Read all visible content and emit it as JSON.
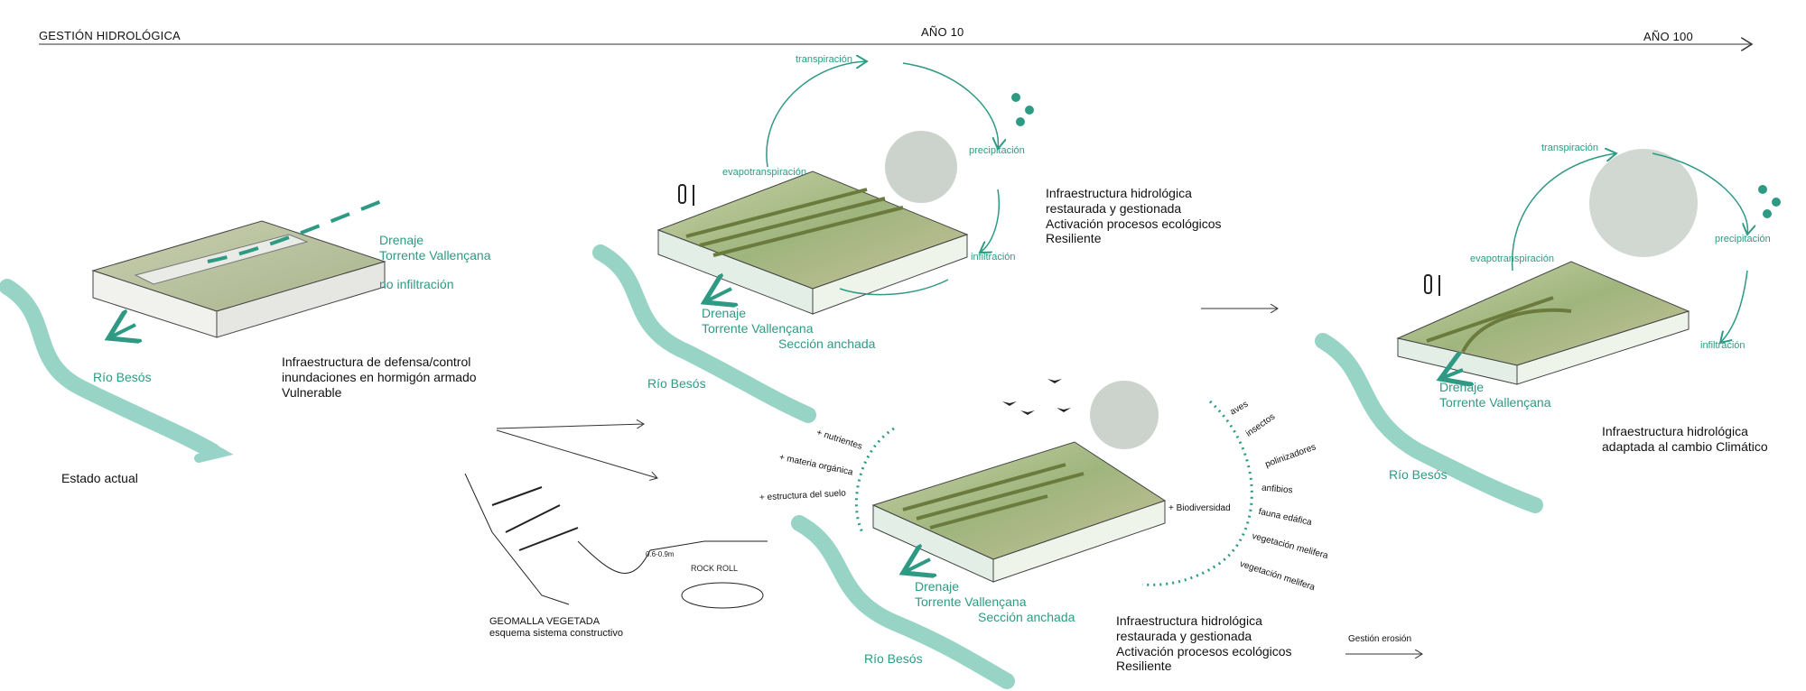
{
  "header": {
    "title": "GESTIÓN  HIDROLÓGICA",
    "timeline": [
      "AÑO 10",
      "AÑO 100"
    ]
  },
  "colors": {
    "teal": "#2e9a84",
    "river": "#8ccfc0",
    "block_top": "#b9c79a",
    "accent_purple": "#b79ad8"
  },
  "stage_current": {
    "drainage": [
      "Drenaje",
      "Torrente Vallençana"
    ],
    "no_infiltration": "no infiltración",
    "river": "Río Besós",
    "description": [
      "Infraestructura de defensa/control",
      "inundaciones en hormigón armado",
      "Vulnerable"
    ],
    "caption": "Estado actual"
  },
  "stage_year10": {
    "cycle": {
      "transpiration": "transpiración",
      "precipitation": "precipitación",
      "evapotranspiration": "evapotranspiración",
      "infiltration": "infiltración"
    },
    "drainage": [
      "Drenaje",
      "Torrente Vallençana",
      "Sección anchada"
    ],
    "river": "Río Besós",
    "description": [
      "Infraestructura hidrológica",
      "restaurada y gestionada",
      "Activación procesos ecológicos",
      "Resiliente"
    ]
  },
  "sketch": {
    "title": "GEOMALLA VEGETADA",
    "subtitle": "esquema sistema constructivo",
    "annotations": [
      "0.6-0.9m",
      "ROCK ROLL"
    ]
  },
  "stage_biodiversity": {
    "soil_labels": [
      "+ nutrientes",
      "+ materia orgánica",
      "+ estructura del suelo"
    ],
    "biodiversity": "+ Biodiversidad",
    "species": [
      "aves",
      "insectos",
      "polinizadores",
      "anfibios",
      "fauna edáfica",
      "vegetación melifera",
      "vegetación melifera"
    ],
    "drainage": [
      "Drenaje",
      "Torrente Vallençana",
      "Sección anchada"
    ],
    "river": "Río Besós",
    "description": [
      "Infraestructura hidrológica",
      "restaurada y gestionada",
      "Activación procesos ecológicos",
      "Resiliente"
    ],
    "erosion": "Gestión erosión"
  },
  "stage_year100": {
    "cycle": {
      "transpiration": "transpiración",
      "precipitation": "precipitación",
      "evapotranspiration": "evapotranspiración",
      "infiltration": "infiltración"
    },
    "drainage": [
      "Drenaje",
      "Torrente Vallençana"
    ],
    "river": "Río Besós",
    "description": [
      "Infraestructura hidrológica",
      "adaptada al cambio Climático"
    ]
  }
}
